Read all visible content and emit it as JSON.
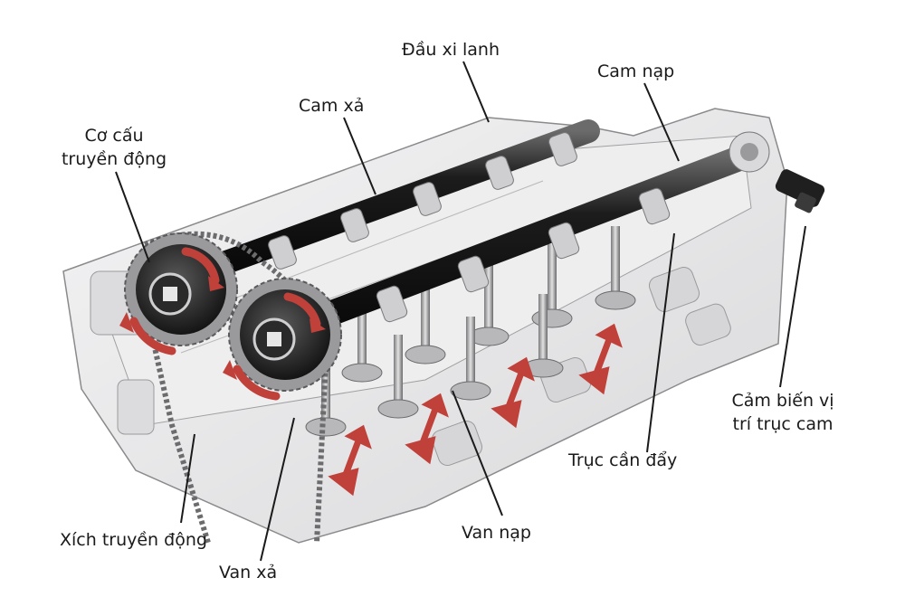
{
  "labels": {
    "cylinder_head": "Đầu xi lanh",
    "exhaust_cam": "Cam xả",
    "intake_cam": "Cam nạp",
    "drive_mechanism_line1": "Cơ cấu",
    "drive_mechanism_line2": "truyền động",
    "cam_sensor_line1": "Cảm biến vị",
    "cam_sensor_line2": "trí trục cam",
    "pushrod_shaft": "Trục cần đẩy",
    "timing_chain": "Xích truyền động",
    "exhaust_valve": "Van xả",
    "intake_valve": "Van nạp"
  },
  "colors": {
    "arrow_red": "#c0403a",
    "cam_black": "#1c1c1c",
    "block_gray": "#e9e9ea",
    "outline_gray": "#8a8a8c",
    "leader_line": "#1a1a1a"
  }
}
